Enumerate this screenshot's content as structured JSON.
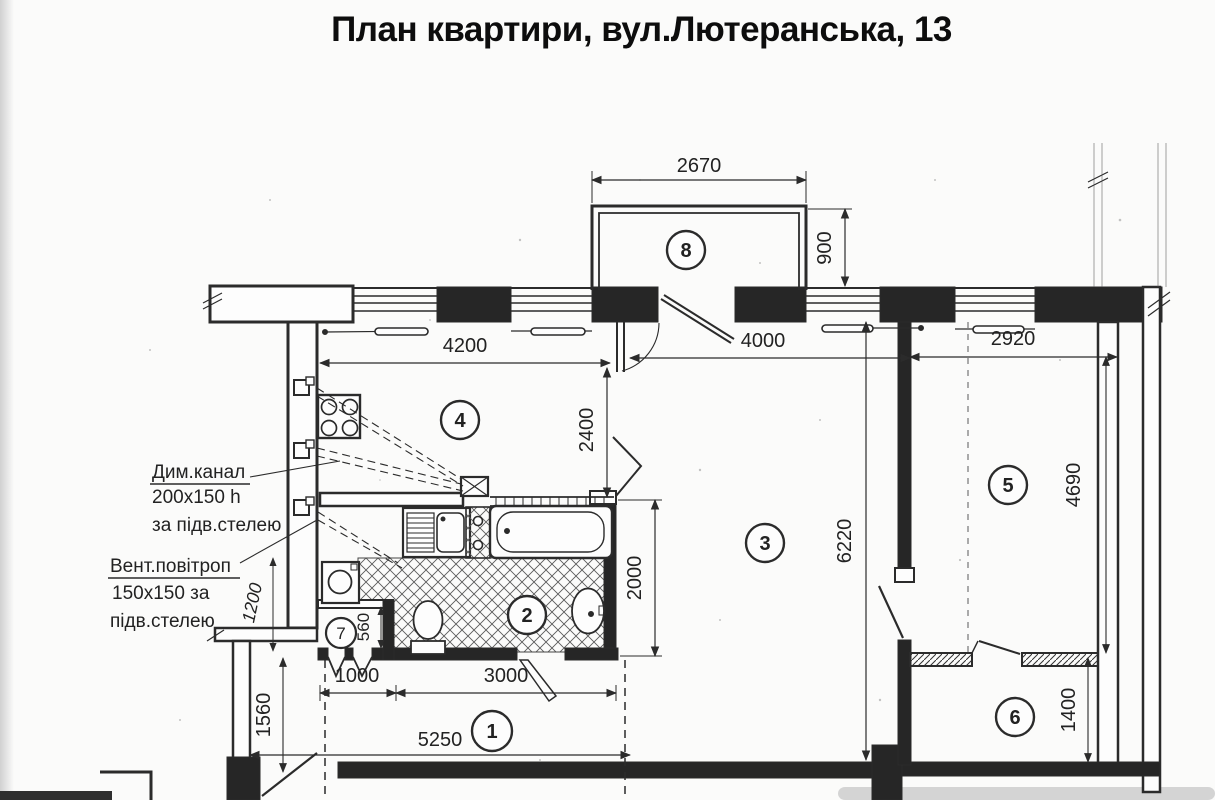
{
  "title": "План квартири, вул.Лютеранська, 13",
  "rooms": [
    "1",
    "2",
    "3",
    "4",
    "5",
    "6",
    "7",
    "8"
  ],
  "dims": {
    "balcony_width": "2670",
    "balcony_depth": "900",
    "kitchen_width": "4200",
    "kitchen_depth": "2400",
    "living_room_width": "4000",
    "living_room_depth": "6220",
    "room5_width": "2920",
    "room5_depth": "4690",
    "bathroom_length": "2000",
    "closet_width": "560",
    "hallway_segment_1": "1000",
    "hallway_segment_2": "3000",
    "hallway_left_depth": "1560",
    "hallway_total_width": "5250",
    "room6_depth": "1400",
    "vent_offset": "1200"
  },
  "annotations": {
    "smoke_duct": [
      "Дим.канал",
      "200х150 h",
      "за підв.стелею"
    ],
    "vent_duct": [
      "Вент.повітроп",
      "150х150 за",
      "підв.стелею"
    ]
  },
  "colors": {
    "ink": "#2b2b2b",
    "paper": "#fbfbfa"
  }
}
